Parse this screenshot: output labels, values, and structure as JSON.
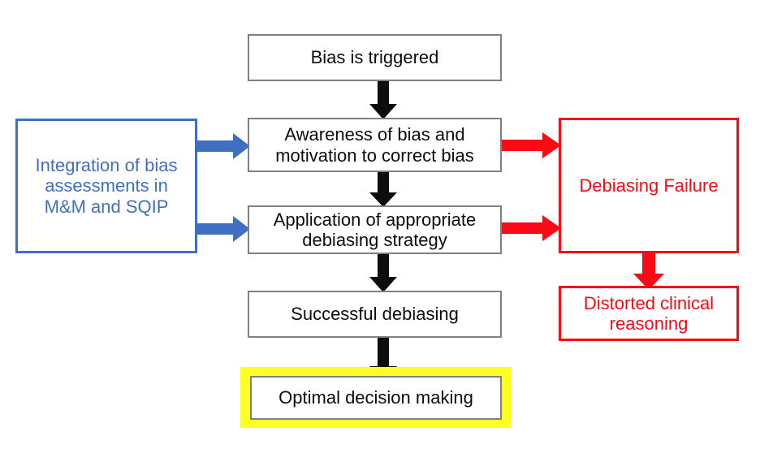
{
  "diagram": {
    "title": "Debiasing process flowchart",
    "colors": {
      "grey_border": "#808080",
      "blue": "#3f6fc0",
      "red": "#fa0a14",
      "yellow_highlight": "#ffff26",
      "black_arrow": "#0d0d0d"
    },
    "nodes": {
      "bias_triggered": "Bias is triggered",
      "awareness": "Awareness of bias and\nmotivation to correct bias",
      "application": "Application of appropriate\ndebiasing strategy",
      "successful": "Successful debiasing",
      "optimal": "Optimal decision making",
      "integration": "Integration of bias\nassessments in\nM&M and SQIP",
      "debiasing_failure": "Debiasing Failure",
      "distorted": "Distorted clinical\nreasoning"
    },
    "arrows": {
      "black_1": "bias-triggered-to-awareness",
      "black_2": "awareness-to-application",
      "black_3": "application-to-successful",
      "black_4": "successful-to-optimal",
      "blue_1": "integration-to-awareness",
      "blue_2": "integration-to-application",
      "red_1": "awareness-to-debiasing-failure",
      "red_2": "application-to-debiasing-failure",
      "red_3": "debiasing-failure-to-distorted"
    }
  }
}
